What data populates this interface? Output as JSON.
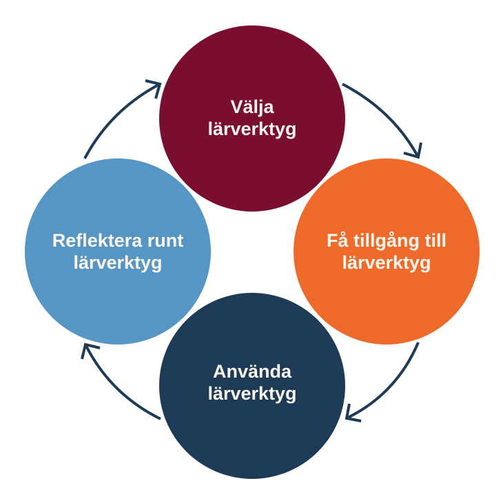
{
  "diagram": {
    "type": "cycle",
    "steps": [
      {
        "line1": "Välja",
        "line2": "lärverktyg",
        "color": "#7a0e2f"
      },
      {
        "line1": "Få tillgång till",
        "line2": "lärverktyg",
        "color": "#ee6a2a"
      },
      {
        "line1": "Använda",
        "line2": "lärverktyg",
        "color": "#1d3a56"
      },
      {
        "line1": "Reflektera runt",
        "line2": "lärverktyg",
        "color": "#5696c4"
      }
    ],
    "arrow_color": "#1d3a56",
    "direction": "clockwise"
  }
}
